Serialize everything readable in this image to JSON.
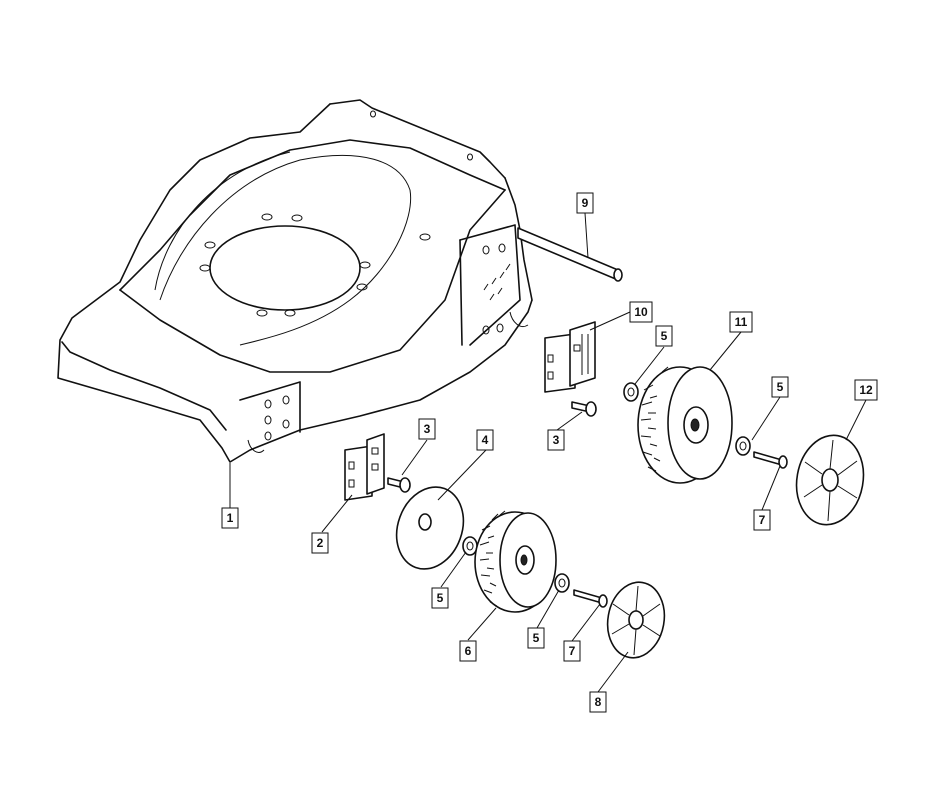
{
  "callouts": [
    {
      "id": "c1",
      "label": "1"
    },
    {
      "id": "c2",
      "label": "2"
    },
    {
      "id": "c3a",
      "label": "3"
    },
    {
      "id": "c3b",
      "label": "3"
    },
    {
      "id": "c4",
      "label": "4"
    },
    {
      "id": "c5a",
      "label": "5"
    },
    {
      "id": "c5b",
      "label": "5"
    },
    {
      "id": "c5c",
      "label": "5"
    },
    {
      "id": "c5d",
      "label": "5"
    },
    {
      "id": "c6",
      "label": "6"
    },
    {
      "id": "c7a",
      "label": "7"
    },
    {
      "id": "c7b",
      "label": "7"
    },
    {
      "id": "c8",
      "label": "8"
    },
    {
      "id": "c9",
      "label": "9"
    },
    {
      "id": "c10",
      "label": "10"
    },
    {
      "id": "c11",
      "label": "11"
    },
    {
      "id": "c12",
      "label": "12"
    }
  ]
}
